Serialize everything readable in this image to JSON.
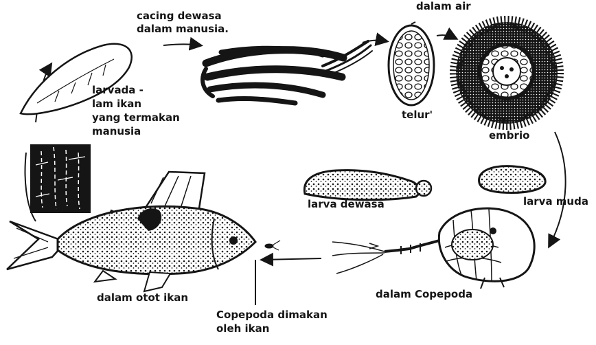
{
  "diagram": {
    "colors": {
      "ink": "#151515",
      "paper": "#ffffff"
    },
    "labels": {
      "adult_worm": [
        "cacing dewasa",
        "dalam manusia."
      ],
      "in_water": "dalam air",
      "fish_larva_eaten": [
        "larvada -",
        "lam ikan",
        "yang termakan",
        "manusia"
      ],
      "egg": "telur'",
      "embryo": "embrio",
      "adult_larva": "larva dewasa",
      "young_larva": "larva muda",
      "in_fish_muscle": "dalam otot ikan",
      "in_copepoda": "dalam Copepoda",
      "copepoda_eaten": [
        "Copepoda dimakan",
        "oleh ikan"
      ]
    },
    "icons": [
      "larva-in-human-icon",
      "adult-tapeworm-icon",
      "egg-icon",
      "embryo-coracidium-icon",
      "muscle-tissue-icon",
      "fish-icon",
      "adult-larva-icon",
      "young-larva-icon",
      "copepod-icon"
    ]
  }
}
